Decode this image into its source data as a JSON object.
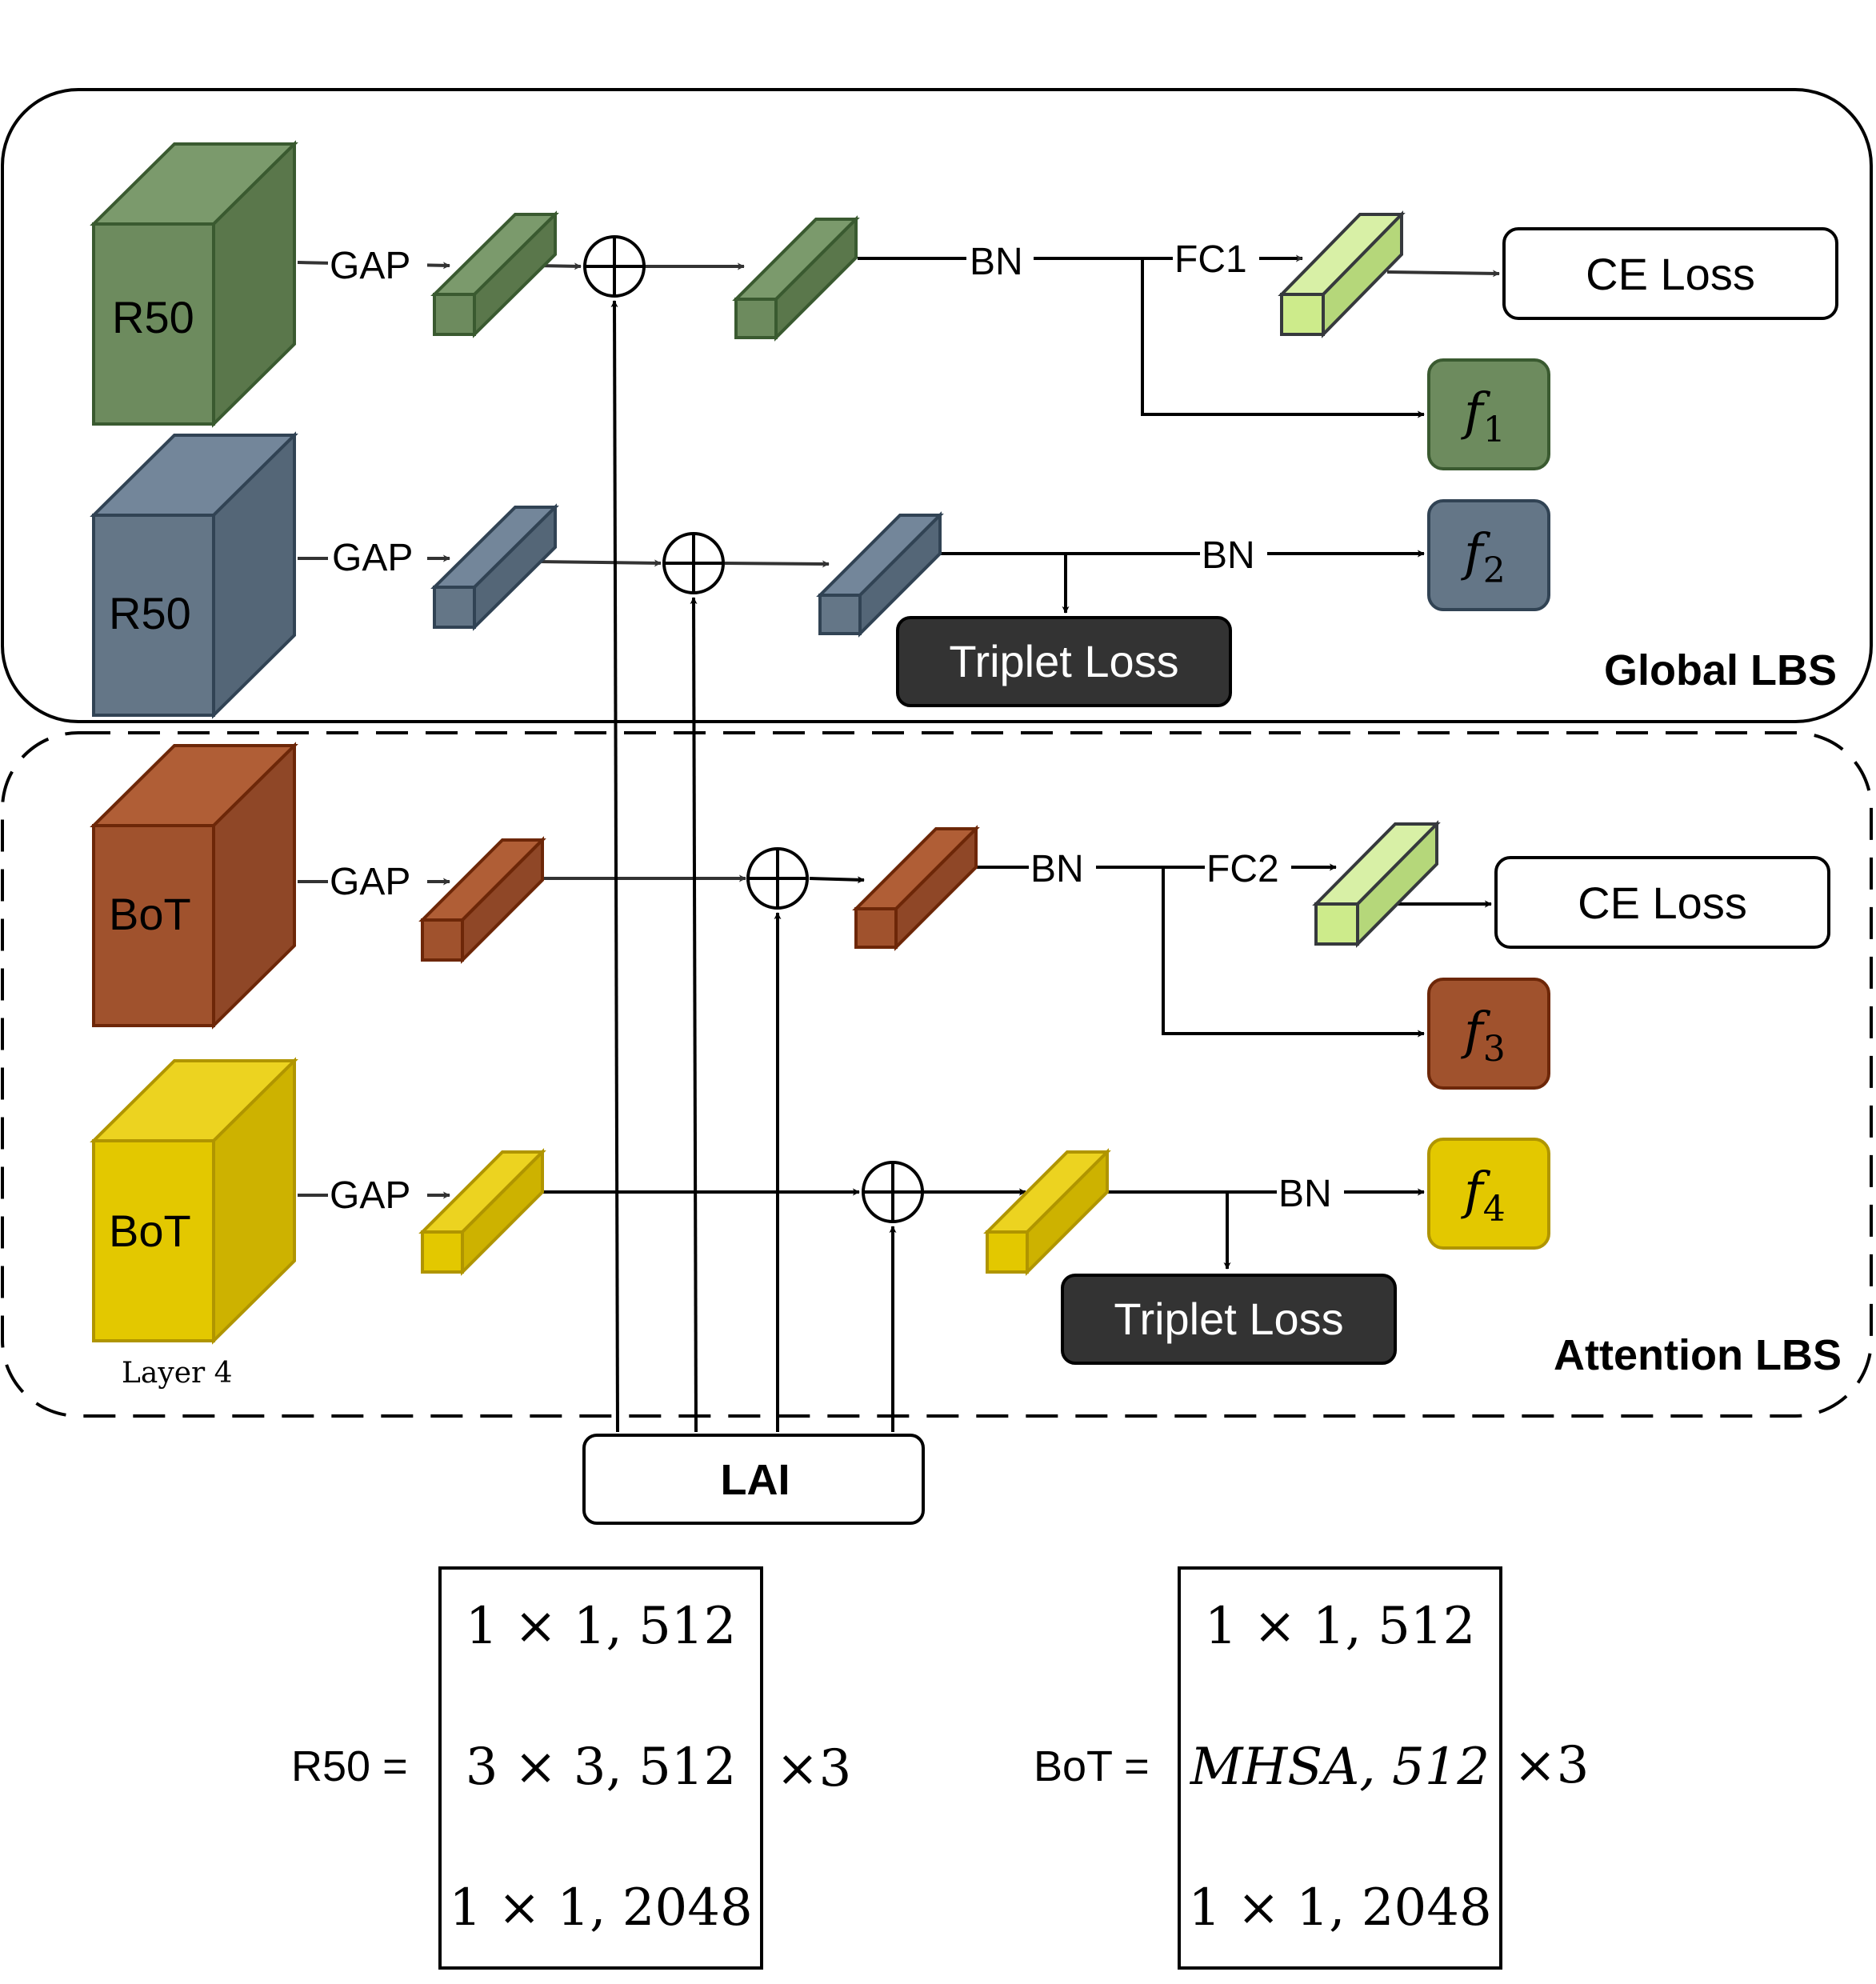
{
  "groups": {
    "global": "Global LBS",
    "attention": "Attention LBS"
  },
  "backbones": {
    "r50_a": "R50",
    "r50_b": "R50",
    "bot_a": "BoT",
    "bot_b": "BoT",
    "layer_caption": "Layer 4"
  },
  "edge_labels": {
    "gap": "GAP",
    "bn": "BN",
    "fc1": "FC1",
    "fc2": "FC2"
  },
  "losses": {
    "ce": "CE Loss",
    "triplet": "Triplet Loss"
  },
  "features": {
    "f1_sym": "f",
    "f1_sub": "1",
    "f2_sym": "f",
    "f2_sub": "2",
    "f3_sym": "f",
    "f3_sub": "3",
    "f4_sym": "f",
    "f4_sub": "4"
  },
  "lai": "LAI",
  "equations": {
    "r50_lhs": "R50 =",
    "r50_rows": [
      "1 × 1, 512",
      "3 × 3, 512",
      "1 × 1, 2048"
    ],
    "r50_mult": "×3",
    "bot_lhs": "BoT =",
    "bot_rows": [
      "1 × 1, 512",
      "MHSA, 512",
      "1 × 1, 2048"
    ],
    "bot_mult": "×3"
  },
  "colors": {
    "green": "#6d8b5e",
    "green_side": "#5a774b",
    "green_stroke": "#3a5a30",
    "slate": "#647687",
    "slate_side": "#546677",
    "slate_stroke": "#314354",
    "rust": "#a0522d",
    "rust_side": "#8f4727",
    "rust_stroke": "#6d2708",
    "gold": "#e3c800",
    "gold_side": "#cdb200",
    "gold_stroke": "#b09500",
    "lime": "#cdeb8b",
    "lime_side": "#b5d77a",
    "lime_stroke": "#36393d",
    "dark": "#333333"
  }
}
